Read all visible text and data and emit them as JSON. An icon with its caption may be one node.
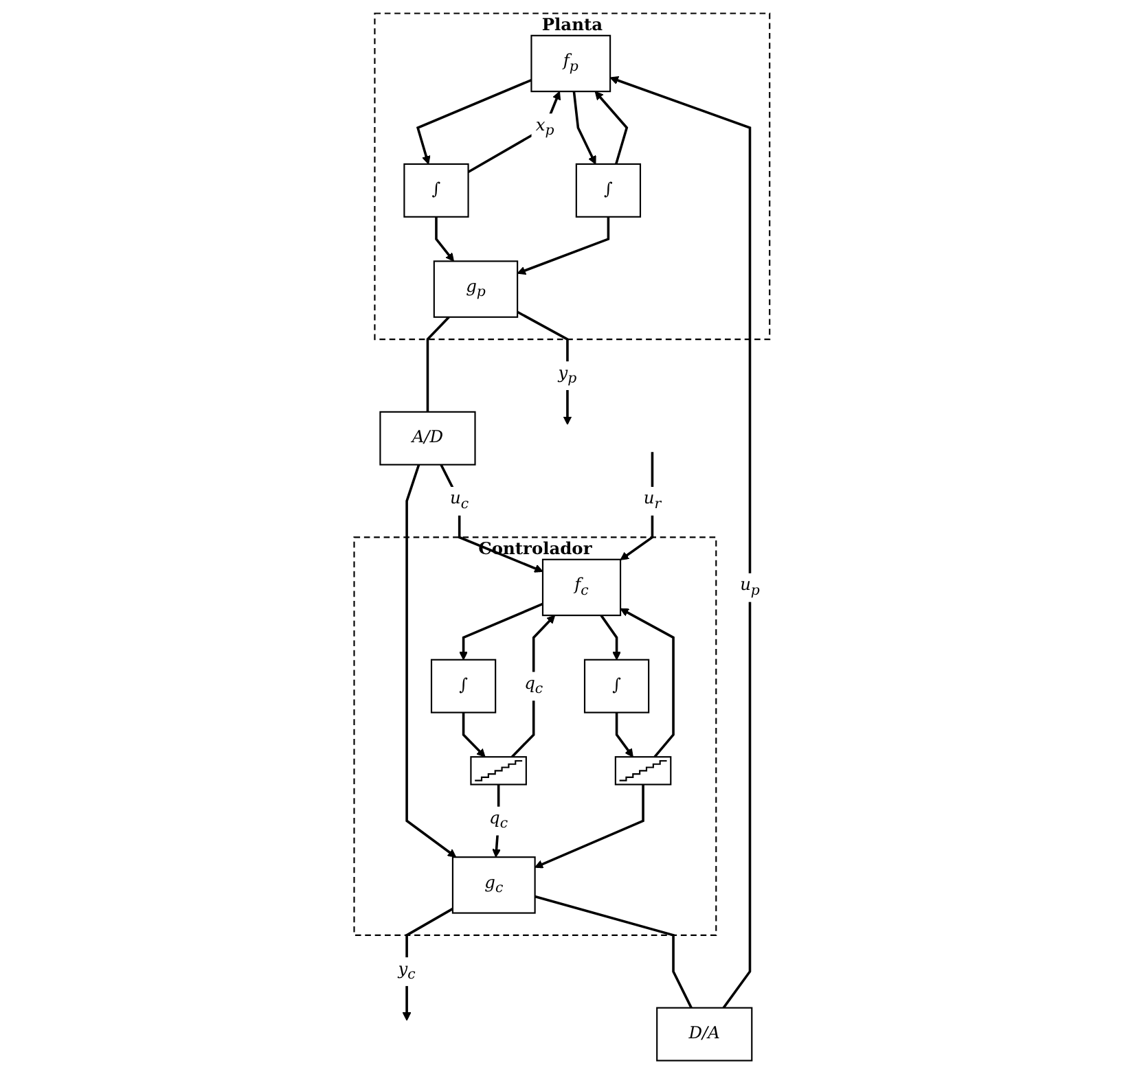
{
  "diagram": {
    "nodes": [
      {
        "text": [
          "Planta"
        ]
      },
      {
        "text": [
          "f$_{p}$"
        ],
        "in": 0
      },
      {
        "text": [
          "∫"
        ],
        "in": 0
      },
      {
        "text": [
          "∫"
        ],
        "in": 0
      },
      {
        "text": [
          "g$_{p}$"
        ],
        "in": 0
      },
      {
        "text": [
          "Controlador"
        ]
      },
      {
        "text": [
          "f$_{c}$"
        ],
        "in": 5
      },
      {
        "text": [
          "∫"
        ],
        "in": 5
      },
      {
        "text": [
          "∫"
        ],
        "in": 5
      },
      {
        "text": [],
        "shape": "picture",
        "in": 5
      },
      {
        "text": [],
        "shape": "picture",
        "in": 5
      },
      {
        "text": [
          "g$_{c}$"
        ],
        "in": 5
      },
      {
        "text": [
          "D/A"
        ]
      },
      {
        "text": [
          "A/D"
        ]
      }
    ],
    "edges": [
      {
        "from": 12,
        "to": 1,
        "arrow": "to",
        "label": "u$_{p}$"
      },
      {
        "from": 1,
        "to": 2,
        "arrow": "to"
      },
      {
        "from": 1,
        "to": 3,
        "arrow": "to"
      },
      {
        "from": 2,
        "to": 4,
        "arrow": "to"
      },
      {
        "from": 3,
        "to": 4,
        "arrow": "to"
      },
      {
        "from": 2,
        "to": 1,
        "arrow": "to",
        "label": "x$_{p}$"
      },
      {
        "from": 3,
        "to": 1,
        "arrow": "to"
      },
      {
        "from": 4,
        "to": null,
        "arrow": "to",
        "label": "y$_{p}$"
      },
      {
        "from": 4,
        "to": 13,
        "arrow": "none"
      },
      {
        "from": 13,
        "to": 6,
        "arrow": "to",
        "label": "u$_{c}$"
      },
      {
        "from": 13,
        "to": 11,
        "arrow": "to"
      },
      {
        "from": null,
        "to": 6,
        "arrow": "to",
        "label": "u$_{r}$"
      },
      {
        "from": 6,
        "to": 7,
        "arrow": "to"
      },
      {
        "from": 6,
        "to": 8,
        "arrow": "to"
      },
      {
        "from": 7,
        "to": 9,
        "arrow": "to"
      },
      {
        "from": 8,
        "to": 10,
        "arrow": "to"
      },
      {
        "from": 9,
        "to": 11,
        "arrow": "to",
        "label": "q$_{c}$"
      },
      {
        "from": 10,
        "to": 11,
        "arrow": "to"
      },
      {
        "from": 9,
        "to": 6,
        "arrow": "to",
        "label": "q$_{c}$"
      },
      {
        "from": 10,
        "to": 6,
        "arrow": "to"
      },
      {
        "from": 11,
        "to": null,
        "arrow": "to",
        "label": "y$_{c}$"
      },
      {
        "from": 11,
        "to": 12,
        "arrow": "none"
      }
    ]
  }
}
